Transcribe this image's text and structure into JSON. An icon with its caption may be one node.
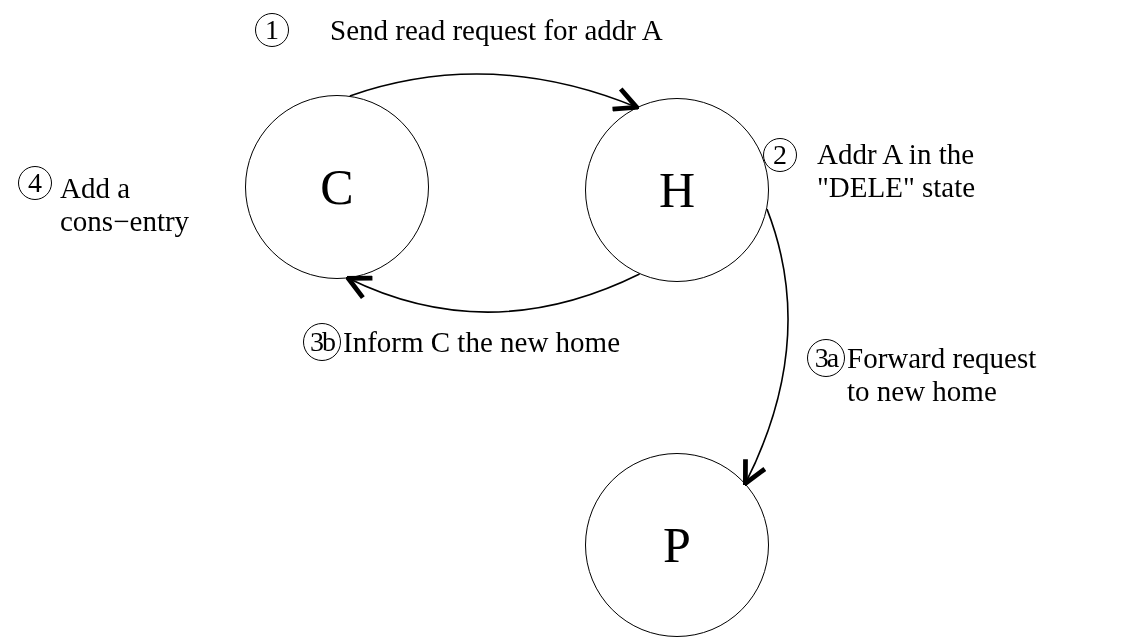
{
  "diagram": {
    "nodes": [
      {
        "text": [
          "1"
        ],
        "beside": [
          "Send read request for addr A"
        ]
      },
      {
        "text": [
          "4"
        ],
        "beside": [
          "Add a cons−entry"
        ]
      },
      {
        "text": [
          "C"
        ]
      },
      {
        "text": [
          "H"
        ]
      },
      {
        "text": [
          "2"
        ],
        "beside": [
          "Addr A in the \"DELE\" state"
        ]
      },
      {
        "text": [
          "3b"
        ],
        "beside": [
          "Inform C the new home"
        ]
      },
      {
        "text": [
          "3a"
        ],
        "beside": [
          "Forward request to new home"
        ]
      },
      {
        "text": [
          "P"
        ]
      }
    ],
    "edges": [
      {
        "from": 2,
        "to": 3,
        "arrow": "to"
      },
      {
        "from": 3,
        "to": 2,
        "arrow": "to"
      },
      {
        "from": 3,
        "to": 7,
        "arrow": "to"
      }
    ]
  }
}
